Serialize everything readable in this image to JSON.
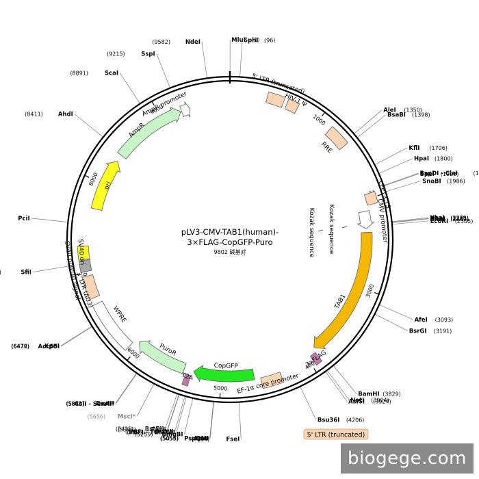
{
  "plasmid": {
    "name_line1": "pLV3-CMV-TAB1(human)-",
    "name_line2": "3×FLAG-CopGFP-Puro",
    "size_text": "9802 碱基对",
    "total_bp": 9802
  },
  "ticks": [
    {
      "bp": 1000,
      "label": "1000"
    },
    {
      "bp": 2000,
      "label": "2000"
    },
    {
      "bp": 3000,
      "label": "3000"
    },
    {
      "bp": 4000,
      "label": "4000"
    },
    {
      "bp": 5000,
      "label": "5000"
    },
    {
      "bp": 6000,
      "label": "6000"
    },
    {
      "bp": 7000,
      "label": "7000"
    },
    {
      "bp": 8000,
      "label": "8000"
    },
    {
      "bp": 9000,
      "label": "9000"
    }
  ],
  "features": [
    {
      "name": "5' LTR (truncated)",
      "kind": "box",
      "start": 400,
      "end": 580,
      "color": "#f9d5b5"
    },
    {
      "name": "HIV-1 Ψ",
      "kind": "box",
      "start": 620,
      "end": 740,
      "color": "#f9d5b5"
    },
    {
      "name": "RRE",
      "kind": "box",
      "start": 1150,
      "end": 1380,
      "color": "#f9d5b5"
    },
    {
      "name": "cPPT/CTS",
      "kind": "box",
      "start": 1950,
      "end": 2070,
      "color": "#f9d5b5"
    },
    {
      "name": "CMV promoter",
      "kind": "arrow",
      "start": 2130,
      "end": 2330,
      "color": "#ffffff"
    },
    {
      "name": "TAB1",
      "kind": "arrow",
      "start": 2370,
      "end": 3870,
      "color": "#f5b800"
    },
    {
      "name": "3xFLAG",
      "kind": "box",
      "start": 3890,
      "end": 3960,
      "color": "#c07aa8"
    },
    {
      "name": "EF-1α core promoter",
      "kind": "box",
      "start": 4340,
      "end": 4560,
      "color": "#f9d5b5"
    },
    {
      "name": "CopGFP",
      "kind": "arrow",
      "start": 4630,
      "end": 5320,
      "color": "#22e822"
    },
    {
      "name": "T2A",
      "kind": "box",
      "start": 5340,
      "end": 5400,
      "color": "#c07aa8"
    },
    {
      "name": "PuroR",
      "kind": "arrow",
      "start": 5430,
      "end": 6030,
      "color": "#c8f5c8"
    },
    {
      "name": "WPRE",
      "kind": "box",
      "start": 6080,
      "end": 6650,
      "color": "#ffffff"
    },
    {
      "name": "3' LTR (ΔU3)",
      "kind": "box",
      "start": 6720,
      "end": 6960,
      "color": "#f9d5b5"
    },
    {
      "name": "SV40 poly(A) signal",
      "kind": "box",
      "start": 7010,
      "end": 7130,
      "color": "#a8a8a8"
    },
    {
      "name": "SV40 ori",
      "kind": "box",
      "start": 7140,
      "end": 7280,
      "color": "#ffff22"
    },
    {
      "name": "ori",
      "kind": "arrow",
      "start": 7700,
      "end": 8300,
      "color": "#ffff22"
    },
    {
      "name": "AmpR",
      "kind": "arrow",
      "start": 8380,
      "end": 9230,
      "color": "#c8f5c8"
    },
    {
      "name": "AmpR promoter",
      "kind": "arrow",
      "start": 9240,
      "end": 9340,
      "color": "#ffffff"
    }
  ],
  "feature_labels": [
    {
      "text": "5' LTR (truncated)",
      "bp": 470,
      "r": 238
    },
    {
      "text": "HIV-1 Ψ",
      "bp": 690,
      "r": 225
    },
    {
      "text": "RRE",
      "bp": 1265,
      "r": 195
    },
    {
      "text": "cPPT/CTS",
      "bp": 2010,
      "r": 235
    },
    {
      "text": "CMV promoter",
      "bp": 2260,
      "r": 225
    },
    {
      "text": "TAB1",
      "bp": 3250,
      "r": 185
    },
    {
      "text": "3xFLAG",
      "bp": 3925,
      "r": 215
    },
    {
      "text": "EF-1α core promoter",
      "bp": 4500,
      "r": 218
    },
    {
      "text": "CopGFP",
      "bp": 4950,
      "r": 185
    },
    {
      "text": "T2A",
      "bp": 5370,
      "r": 210
    },
    {
      "text": "PuroR",
      "bp": 5700,
      "r": 185
    },
    {
      "text": "WPRE",
      "bp": 6420,
      "r": 195
    },
    {
      "text": "3' LTR (ΔU3)",
      "bp": 6830,
      "r": 225
    },
    {
      "text": "SV40 poly(A) signal",
      "bp": 7050,
      "r": 235
    },
    {
      "text": "SV40 ori",
      "bp": 7220,
      "r": 218
    },
    {
      "text": "ori",
      "bp": 8000,
      "r": 195
    },
    {
      "text": "AmpR",
      "bp": 8700,
      "r": 210
    },
    {
      "text": "AmpR promoter",
      "bp": 9100,
      "r": 220
    }
  ],
  "inner_labels": [
    "Kozak sequence",
    "Kozak sequence"
  ],
  "sites_right": [
    {
      "pos": "(1)",
      "name": "MluI",
      "bp": 1
    },
    {
      "pos": "(96)",
      "name": "SphI",
      "bp": 96
    },
    {
      "pos": "(1350)",
      "name": "AleI",
      "bp": 1350
    },
    {
      "pos": "(1398)",
      "name": "BsaBI",
      "bp": 1398
    },
    {
      "pos": "(1706)",
      "name": "KflI",
      "bp": 1706
    },
    {
      "pos": "(1800)",
      "name": "HpaI",
      "bp": 1800
    },
    {
      "pos": "(1923)",
      "name": "BspDI - ClaI",
      "bp": 1923
    },
    {
      "pos": "(1928)",
      "name": "SpeI",
      "bp": 1928
    },
    {
      "pos": "(1986)",
      "name": "SnaBI",
      "bp": 1986
    },
    {
      "pos": "(2279)",
      "name": "XbaI",
      "bp": 2279
    },
    {
      "pos": "(2285)",
      "name": "NheI",
      "bp": 2285
    },
    {
      "pos": "(2289)",
      "name": "BmtI",
      "bp": 2289
    },
    {
      "pos": "(2305)",
      "name": "EcoRI",
      "bp": 2305
    },
    {
      "pos": "(3093)",
      "name": "AfeI",
      "bp": 3093
    },
    {
      "pos": "(3191)",
      "name": "BsrGI",
      "bp": 3191
    },
    {
      "pos": "(3829)",
      "name": "BamHI",
      "bp": 3829
    },
    {
      "pos": "(3904)",
      "name": "NotI",
      "bp": 3904
    },
    {
      "pos": "(3924)",
      "name": "AsiSI",
      "bp": 3924
    },
    {
      "pos": "(4206)",
      "name": "Bsu36I",
      "bp": 4206
    }
  ],
  "sites_left": [
    {
      "pos": "(9582)",
      "name": "NdeI",
      "bp": 9582
    },
    {
      "pos": "(9215)",
      "name": "SspI",
      "bp": 9215
    },
    {
      "pos": "(8891)",
      "name": "ScaI",
      "bp": 8891
    },
    {
      "pos": "(8411)",
      "name": "AhdI",
      "bp": 8411
    },
    {
      "pos": "(7518)",
      "name": "PciI",
      "bp": 7518
    },
    {
      "pos": "(7096)",
      "name": "SfiI",
      "bp": 7096
    },
    {
      "pos": "(6476)",
      "name": "KpnI",
      "bp": 6476
    },
    {
      "pos": "(6472)",
      "name": "Acc65I",
      "bp": 6472
    },
    {
      "pos": "(5852)",
      "name": "DraIII",
      "bp": 5852
    },
    {
      "pos": "(5848)",
      "name": "CsiI - SexAI*",
      "bp": 5848
    },
    {
      "pos": "(5656)",
      "name": "MscI*",
      "bp": 5656
    },
    {
      "pos": "(5415)",
      "name": "BstEII",
      "bp": 5415
    },
    {
      "pos": "(5397)",
      "name": "RsrII",
      "bp": 5397
    },
    {
      "pos": "(5394)",
      "name": "BspEI*",
      "bp": 5394
    },
    {
      "pos": "(5337)",
      "name": "BsiWI",
      "bp": 5337
    },
    {
      "pos": "(5323)",
      "name": "PflFI - Tth111I",
      "bp": 5323
    },
    {
      "pos": "(5259)",
      "name": "BmgBI",
      "bp": 5259
    },
    {
      "pos": "(5059)",
      "name": "ApaI",
      "bp": 5059
    },
    {
      "pos": "(5055)",
      "name": "PspOMI",
      "bp": 5055
    },
    {
      "pos": "(4814)",
      "name": "FseI",
      "bp": 4814
    }
  ],
  "ltr_bottom_label": "5' LTR (truncated)",
  "watermark": "biogege.com",
  "colors": {
    "backbone": "#000000",
    "site_line": "#7a7a7a",
    "dimmed": "#8a8a8a",
    "ltr_box": "#f9d5b5"
  }
}
